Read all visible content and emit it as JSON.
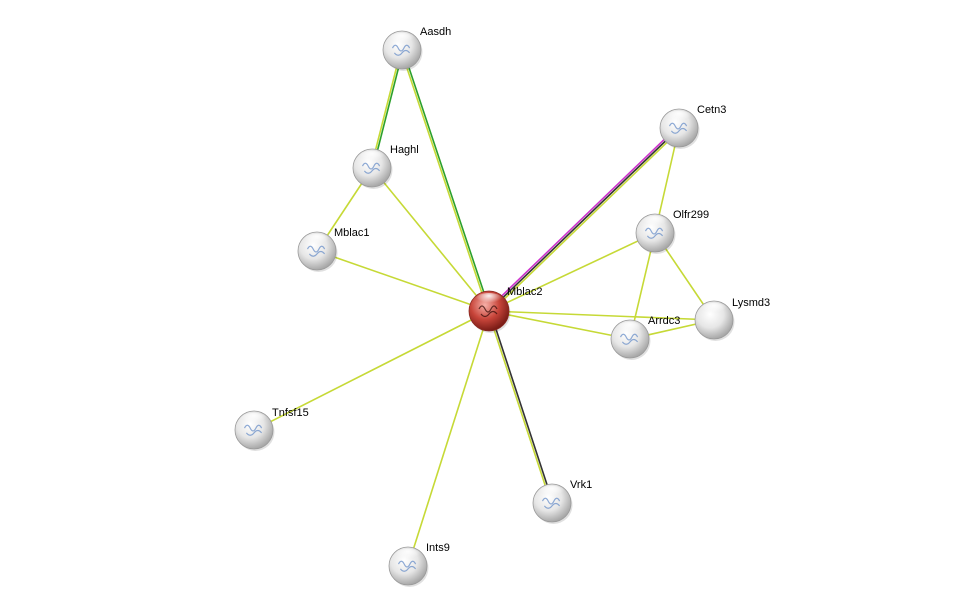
{
  "network": {
    "center": "Mblac2",
    "nodes": [
      {
        "id": "Mblac2",
        "label": "Mblac2",
        "query": true
      },
      {
        "id": "Aasdh",
        "label": "Aasdh"
      },
      {
        "id": "Haghl",
        "label": "Haghl"
      },
      {
        "id": "Mblac1",
        "label": "Mblac1"
      },
      {
        "id": "Cetn3",
        "label": "Cetn3"
      },
      {
        "id": "Olfr299",
        "label": "Olfr299"
      },
      {
        "id": "Lysmd3",
        "label": "Lysmd3"
      },
      {
        "id": "Arrdc3",
        "label": "Arrdc3"
      },
      {
        "id": "Tnfsf15",
        "label": "Tnfsf15"
      },
      {
        "id": "Vrk1",
        "label": "Vrk1"
      },
      {
        "id": "Ints9",
        "label": "Ints9"
      }
    ],
    "edges": [
      {
        "source": "Aasdh",
        "target": "Haghl",
        "colors": [
          "#2ca02c",
          "#c6d936"
        ]
      },
      {
        "source": "Aasdh",
        "target": "Mblac2",
        "colors": [
          "#2ca02c",
          "#c6d936"
        ]
      },
      {
        "source": "Haghl",
        "target": "Mblac2",
        "colors": [
          "#c6d936"
        ]
      },
      {
        "source": "Haghl",
        "target": "Mblac1",
        "colors": [
          "#c6d936"
        ]
      },
      {
        "source": "Mblac1",
        "target": "Mblac2",
        "colors": [
          "#c6d936"
        ]
      },
      {
        "source": "Cetn3",
        "target": "Mblac2",
        "colors": [
          "#c6d936",
          "#333333",
          "#cc33cc"
        ]
      },
      {
        "source": "Cetn3",
        "target": "Olfr299",
        "colors": [
          "#c6d936"
        ]
      },
      {
        "source": "Olfr299",
        "target": "Mblac2",
        "colors": [
          "#c6d936"
        ]
      },
      {
        "source": "Olfr299",
        "target": "Lysmd3",
        "colors": [
          "#c6d936"
        ]
      },
      {
        "source": "Olfr299",
        "target": "Arrdc3",
        "colors": [
          "#c6d936"
        ]
      },
      {
        "source": "Lysmd3",
        "target": "Arrdc3",
        "colors": [
          "#c6d936"
        ]
      },
      {
        "source": "Lysmd3",
        "target": "Mblac2",
        "colors": [
          "#c6d936"
        ]
      },
      {
        "source": "Arrdc3",
        "target": "Mblac2",
        "colors": [
          "#c6d936"
        ]
      },
      {
        "source": "Tnfsf15",
        "target": "Mblac2",
        "colors": [
          "#c6d936"
        ]
      },
      {
        "source": "Vrk1",
        "target": "Mblac2",
        "colors": [
          "#c6d936",
          "#333333"
        ]
      },
      {
        "source": "Ints9",
        "target": "Mblac2",
        "colors": [
          "#c6d936"
        ]
      }
    ],
    "colors": {
      "query_node": "#c0392b",
      "neighbor_node": "#e8e8e8"
    }
  }
}
